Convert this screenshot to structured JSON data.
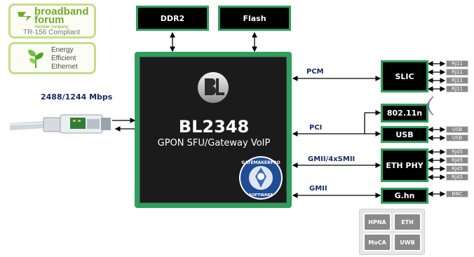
{
  "badges": {
    "broadband": {
      "line1": "broadband",
      "line2": "forum",
      "member": "member company",
      "compliance": "TR-156 Compliant"
    },
    "energy": {
      "line1": "Energy",
      "line2": "Efficient",
      "line3": "Ethernet"
    }
  },
  "memory": {
    "ddr2": "DDR2",
    "flash": "Flash"
  },
  "chip": {
    "name": "BL2348",
    "subtitle": "GPON SFU/Gateway VoIP",
    "logo": "BL",
    "seal_text_top": "GATEMAKERPRO",
    "seal_text_bottom": "SOFTWARE"
  },
  "optical": {
    "speed": "2488/1244 Mbps"
  },
  "interfaces": {
    "pcm": "PCM",
    "pci": "PCI",
    "gmii_4xsmii": "GMII/4xSMII",
    "gmii": "GMII"
  },
  "peripherals": {
    "slic": "SLIC",
    "wifi": "802.11n",
    "usb": "USB",
    "eth_phy": "ETH PHY",
    "ghn": "G.hn"
  },
  "ports": {
    "rj11": [
      "RJ11",
      "RJ11",
      "RJ11",
      "RJ11"
    ],
    "usb": [
      "USB",
      "USB"
    ],
    "rj45": [
      "RJ45",
      "RJ45",
      "RJ45",
      "RJ45"
    ],
    "bnc": "BNC"
  },
  "alternatives": [
    "HPNA",
    "ETH",
    "MoCA",
    "UWB"
  ],
  "colors": {
    "accent_green": "#2e9f5c",
    "block_black": "#000000",
    "label_navy": "#1a2a66",
    "port_gray": "#8a8a8a"
  }
}
